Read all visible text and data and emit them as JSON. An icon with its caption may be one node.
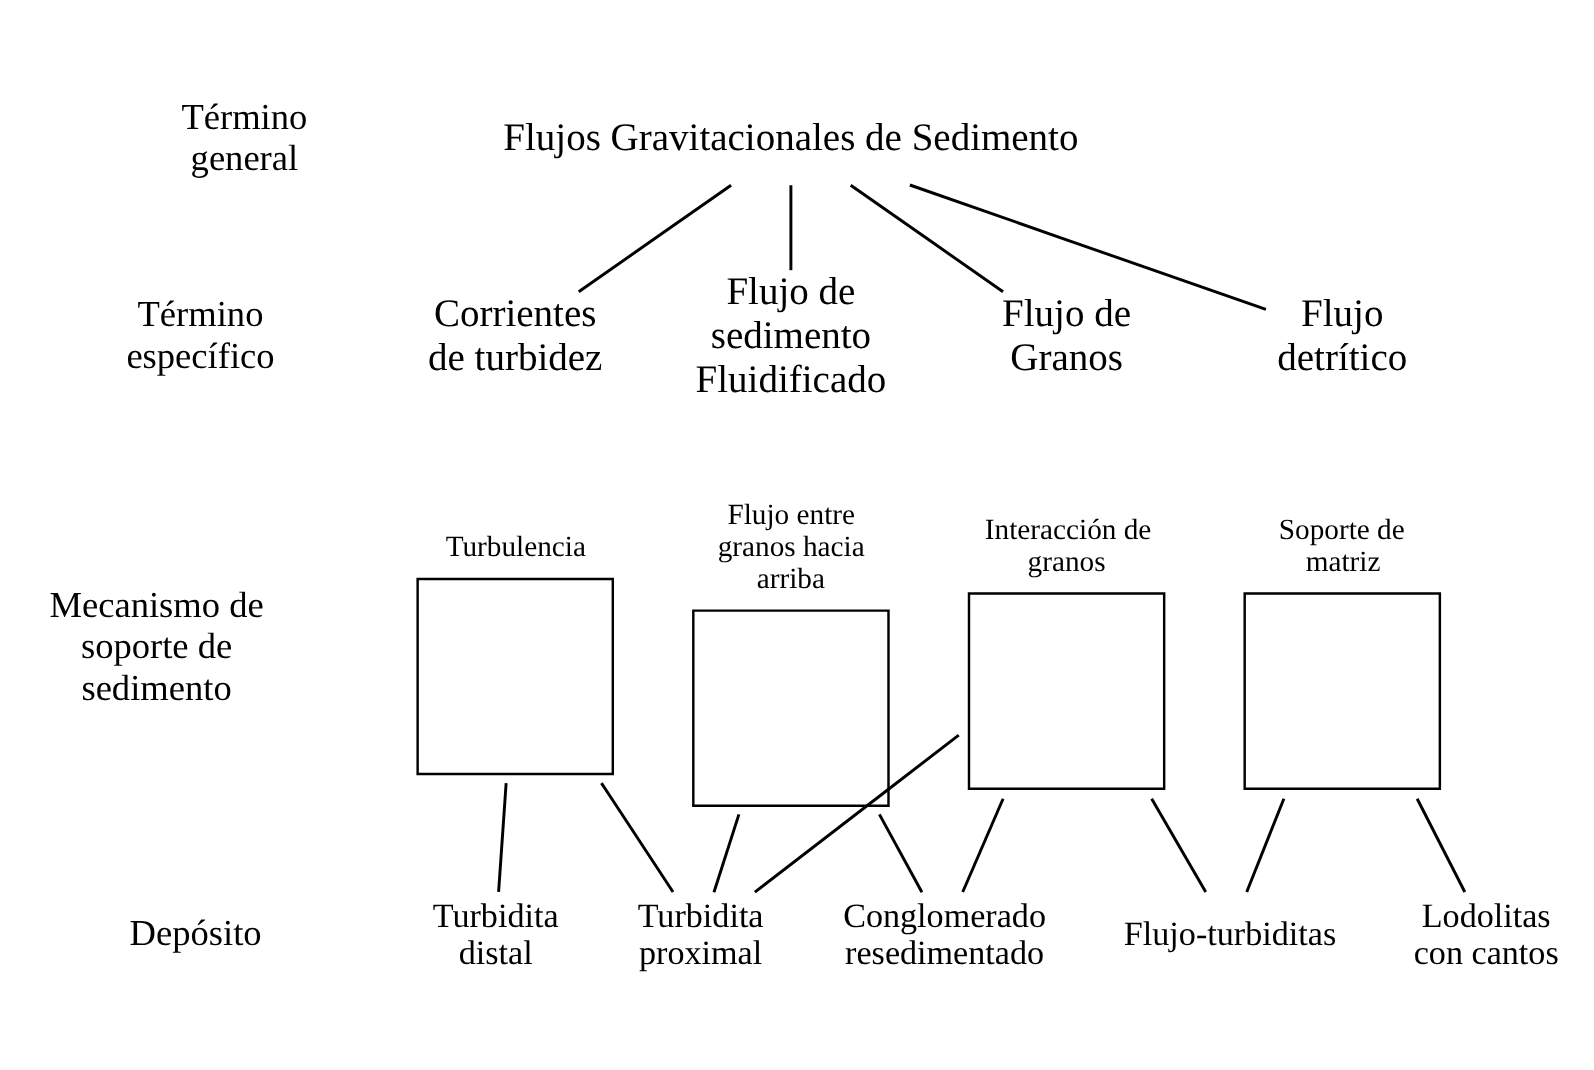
{
  "diagram": {
    "nodes": [
      {
        "text": [
          "Flujos Gravitacionales de Sedimento"
        ]
      },
      {
        "text": [
          "Corrientes de turbidez"
        ]
      },
      {
        "text": [
          "Flujo de sedimento Fluidificado"
        ]
      },
      {
        "text": [
          "Flujo de Granos"
        ]
      },
      {
        "text": [
          "Flujo detrítico"
        ]
      },
      {
        "text": [],
        "shape": "box",
        "beside": [
          "Turbulencia"
        ]
      },
      {
        "text": [],
        "shape": "box",
        "beside": [
          "Flujo entre granos hacia arriba"
        ]
      },
      {
        "text": [],
        "shape": "box",
        "beside": [
          "Interacción de granos"
        ]
      },
      {
        "text": [],
        "shape": "box",
        "beside": [
          "Soporte de matriz"
        ]
      },
      {
        "text": [
          "Turbidita distal"
        ]
      },
      {
        "text": [
          "Turbidita proximal"
        ]
      },
      {
        "text": [
          "Conglomerado resedimentado"
        ]
      },
      {
        "text": [
          "Flujo-turbiditas"
        ]
      },
      {
        "text": [
          "Lodolitas con cantos"
        ]
      }
    ],
    "edges": [
      {
        "from": 0,
        "to": 1,
        "arrow": "none"
      },
      {
        "from": 0,
        "to": 2,
        "arrow": "none"
      },
      {
        "from": 0,
        "to": 3,
        "arrow": "none"
      },
      {
        "from": 0,
        "to": 4,
        "arrow": "none"
      },
      {
        "from": 5,
        "to": 9,
        "arrow": "none"
      },
      {
        "from": 5,
        "to": 10,
        "arrow": "none"
      },
      {
        "from": 6,
        "to": 10,
        "arrow": "none"
      },
      {
        "from": 6,
        "to": 11,
        "arrow": "none"
      },
      {
        "from": 7,
        "to": 10,
        "arrow": "none"
      },
      {
        "from": 7,
        "to": 11,
        "arrow": "none"
      },
      {
        "from": 7,
        "to": 12,
        "arrow": "none"
      },
      {
        "from": 8,
        "to": 12,
        "arrow": "none"
      },
      {
        "from": 8,
        "to": 13,
        "arrow": "none"
      }
    ],
    "labels": [
      "Término general",
      "Término específico",
      "Mecanismo de soporte de sedimento",
      "Depósito"
    ]
  }
}
